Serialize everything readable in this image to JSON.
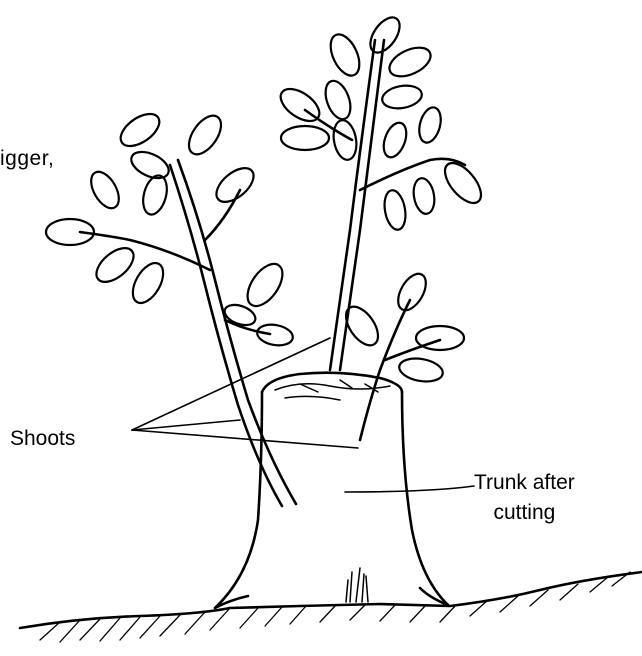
{
  "labels": {
    "partial_text": "igger,",
    "shoots": "Shoots",
    "trunk_line1": "Trunk after",
    "trunk_line2": "cutting"
  },
  "colors": {
    "ink": "#000000",
    "paper": "#ffffff"
  }
}
